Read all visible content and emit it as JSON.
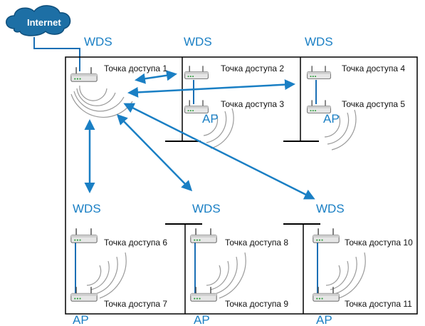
{
  "internet": {
    "label": "Internet",
    "color": "#1d6fa5"
  },
  "labels": {
    "wds": "WDS",
    "ap": "AP"
  },
  "access_points": [
    "Точка доступа 1",
    "Точка доступа 2",
    "Точка доступа 3",
    "Точка доступа 4",
    "Точка доступа 5",
    "Точка доступа 6",
    "Точка доступа 7",
    "Точка доступа 8",
    "Точка доступа 9",
    "Точка доступа 10",
    "Точка доступа 11"
  ],
  "colors": {
    "accent": "#1a7fc4",
    "line": "#000000",
    "wire": "#1a6fb5"
  }
}
